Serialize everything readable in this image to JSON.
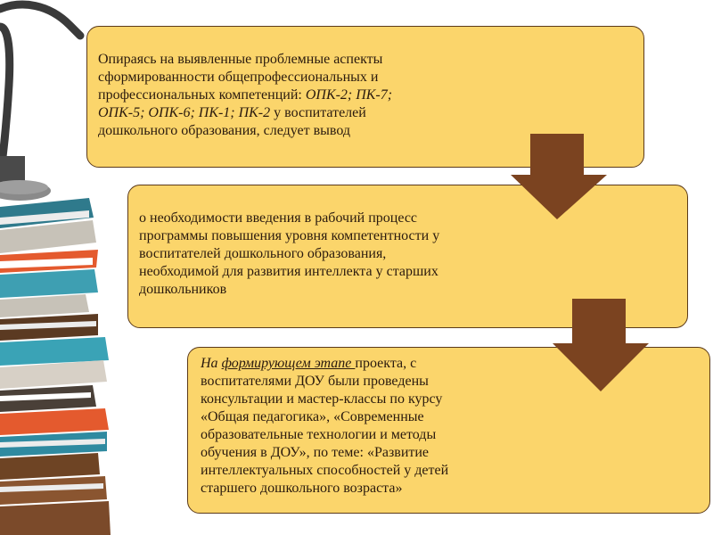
{
  "illustration": {
    "name": "stack-of-books-with-desk-lamp"
  },
  "colors": {
    "box_fill": "#fbd56b",
    "box_border": "#5b3a1a",
    "arrow": "#7b4320",
    "text": "#2a1a0e"
  },
  "step1": {
    "line1": "Опираясь на выявленные проблемные аспекты",
    "line2": "сформированности общепрофессиональных и",
    "line3_prefix": "профессиональных компетенций: ",
    "line3_italic": "ОПК-2; ПК-7;",
    "line4_italic": "ОПК-5; ОПК-6; ПК-1; ПК-2",
    "line4_suffix": " у воспитателей",
    "line5": "дошкольного образования, следует вывод"
  },
  "step2": {
    "line1": "о необходимости введения в рабочий процесс",
    "line2": "программы повышения уровня компетентности у",
    "line3": "воспитателей дошкольного образования,",
    "line4": "необходимой для развития интеллекта у старших",
    "line5": "дошкольников"
  },
  "step3": {
    "line1_prefix": "На ",
    "line1_emphasis": "формирующем  этапе ",
    "line1_suffix": "проекта, с",
    "line2": "воспитателями ДОУ были проведены",
    "line3": "консультации и мастер-классы по курсу",
    "line4": "«Общая педагогика», «Современные",
    "line5": "образовательные технологии и методы",
    "line6": "обучения в ДОУ», по теме: «Развитие",
    "line7": "интеллектуальных способностей у детей",
    "line8": "старшего дошкольного возраста»"
  }
}
